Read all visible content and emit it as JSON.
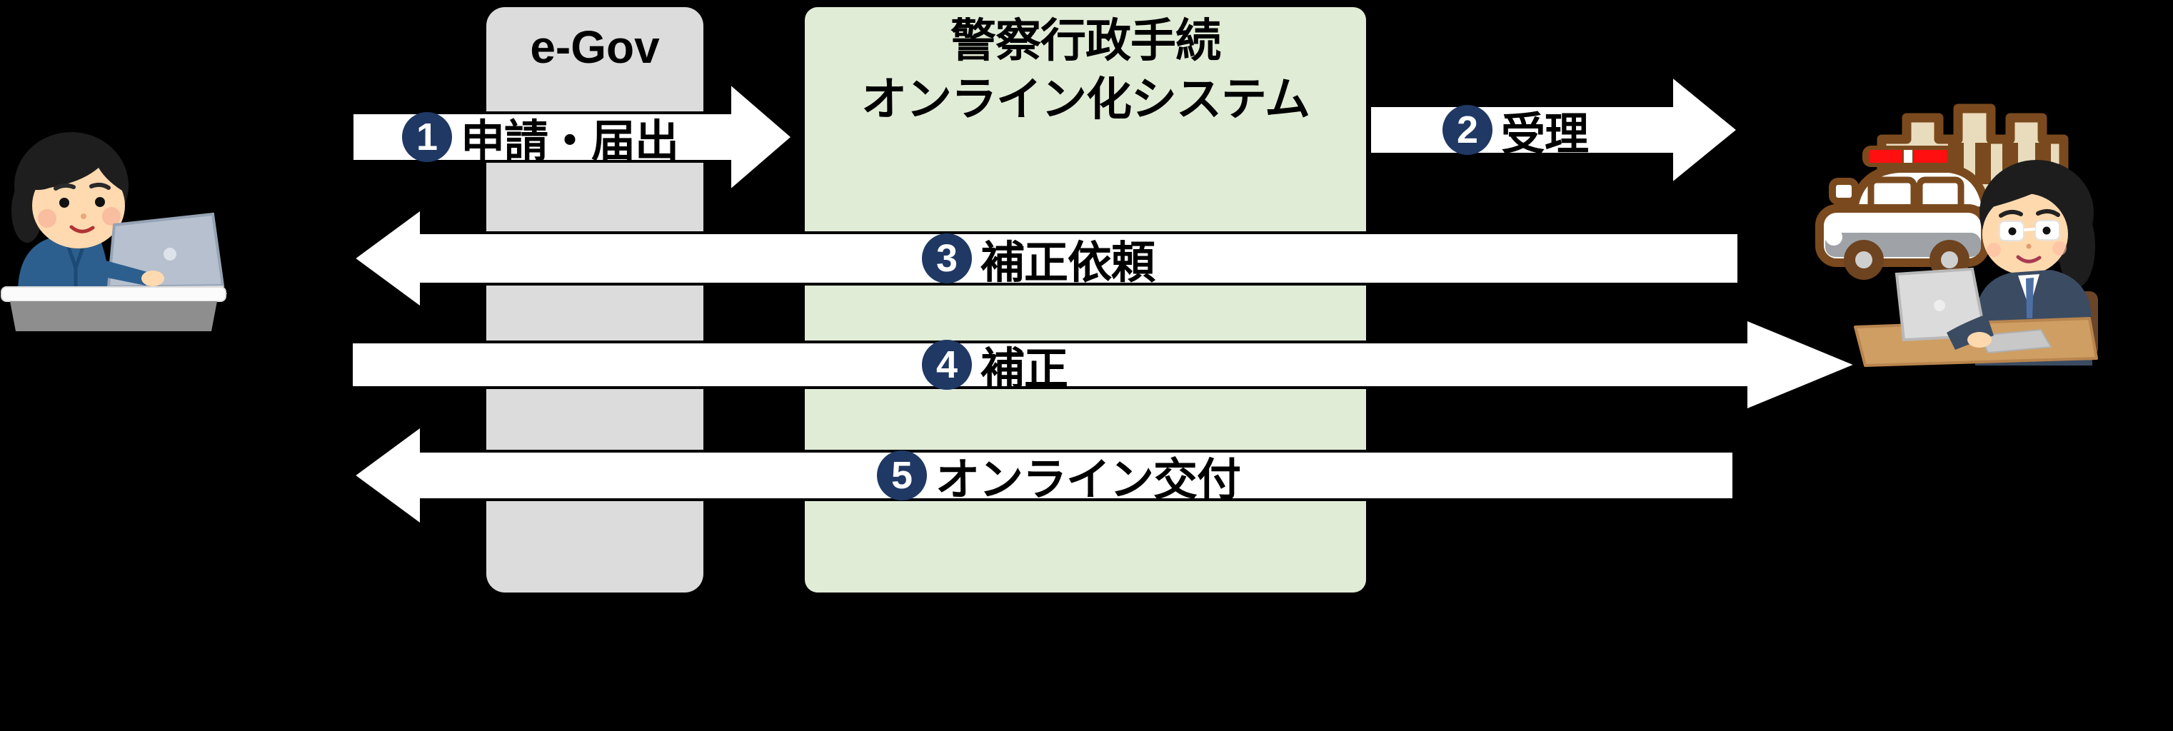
{
  "page": {
    "background": "#000000"
  },
  "boxes": {
    "egov": {
      "label": "e-Gov",
      "fill": "#dcdcdc"
    },
    "system": {
      "title_line1": "警察行政手続",
      "title_line2": "オンライン化システム",
      "fill": "#e1ecd7"
    }
  },
  "steps": [
    {
      "number": "1",
      "label": "申請・届出",
      "direction": "right"
    },
    {
      "number": "2",
      "label": "受理",
      "direction": "right"
    },
    {
      "number": "3",
      "label": "補正依頼",
      "direction": "left"
    },
    {
      "number": "4",
      "label": "補正",
      "direction": "right"
    },
    {
      "number": "5",
      "label": "オンライン交付",
      "direction": "left"
    }
  ],
  "style": {
    "badge_fill": "#1f3864",
    "badge_text_color": "#ffffff",
    "arrow_fill": "#ffffff",
    "arrow_outline": "#000000"
  },
  "icons": {
    "applicant": "man-at-laptop-illustration",
    "police": "police-officer-at-desk-with-patrol-car-and-station-illustration"
  }
}
